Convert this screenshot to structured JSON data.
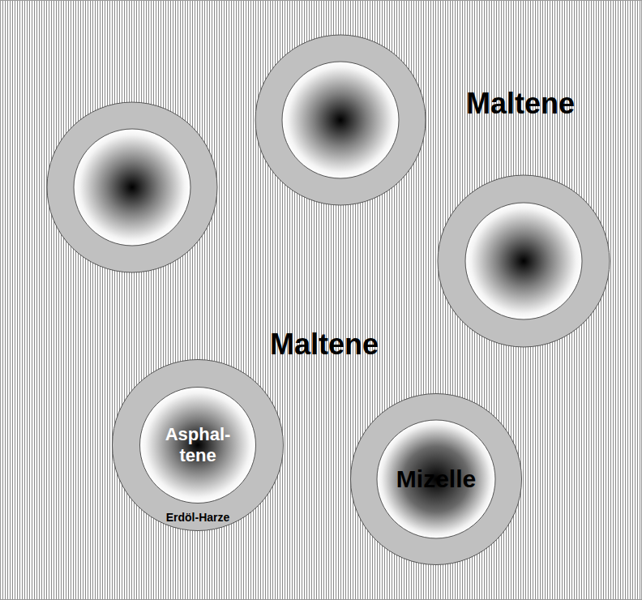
{
  "diagram": {
    "nodes": [
      {
        "text": [
          "Erdöl-Harze"
        ]
      },
      {
        "text": [
          "Asphal- tene"
        ],
        "in": 0
      },
      {
        "text": [
          "Mizelle"
        ]
      }
    ],
    "labels": [
      "Maltene",
      "Maltene"
    ]
  }
}
